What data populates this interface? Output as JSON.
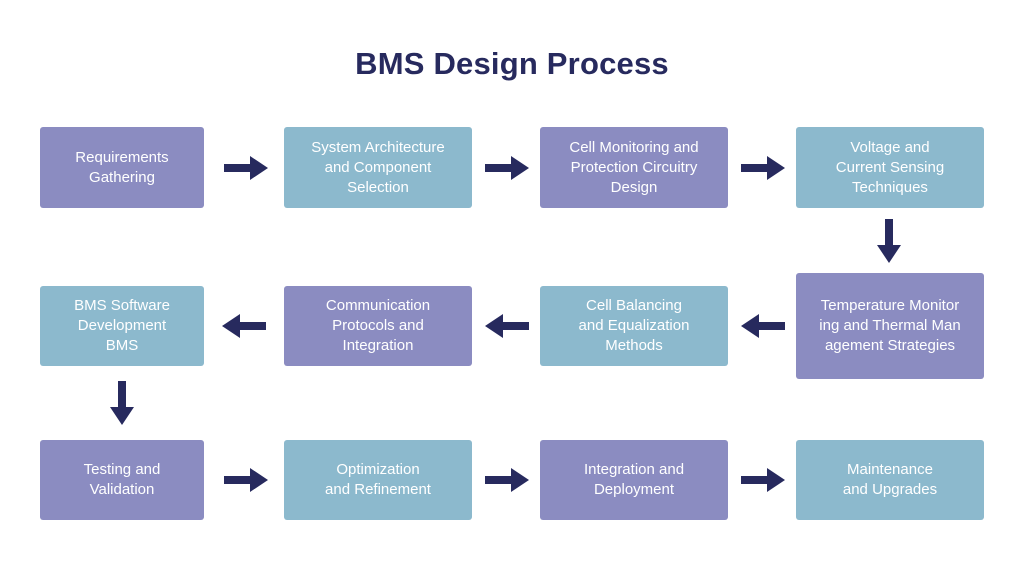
{
  "title": "BMS Design Process",
  "colors": {
    "title": "#272a5e",
    "purple_box": "#8b8cc1",
    "blue_box": "#8cb9cd",
    "arrow": "#272a5e",
    "box_text": "#ffffff"
  },
  "steps": [
    {
      "label": "Requirements\nGathering",
      "style": "purple"
    },
    {
      "label": "System Architecture\nand Component\nSelection",
      "style": "blue"
    },
    {
      "label": "Cell Monitoring and\nProtection Circuitry\nDesign",
      "style": "purple"
    },
    {
      "label": "Voltage and\nCurrent Sensing\nTechniques",
      "style": "blue"
    },
    {
      "label": "Temperature Monitor\ning and Thermal Man\nagement Strategies",
      "style": "purple"
    },
    {
      "label": "Cell Balancing\nand Equalization\nMethods",
      "style": "blue"
    },
    {
      "label": "Communication\nProtocols and\nIntegration",
      "style": "purple"
    },
    {
      "label": "BMS Software\nDevelopment\nBMS",
      "style": "blue"
    },
    {
      "label": "Testing and\nValidation",
      "style": "purple"
    },
    {
      "label": "Optimization\nand Refinement",
      "style": "blue"
    },
    {
      "label": "Integration and\nDeployment",
      "style": "purple"
    },
    {
      "label": "Maintenance\nand Upgrades",
      "style": "blue"
    }
  ]
}
